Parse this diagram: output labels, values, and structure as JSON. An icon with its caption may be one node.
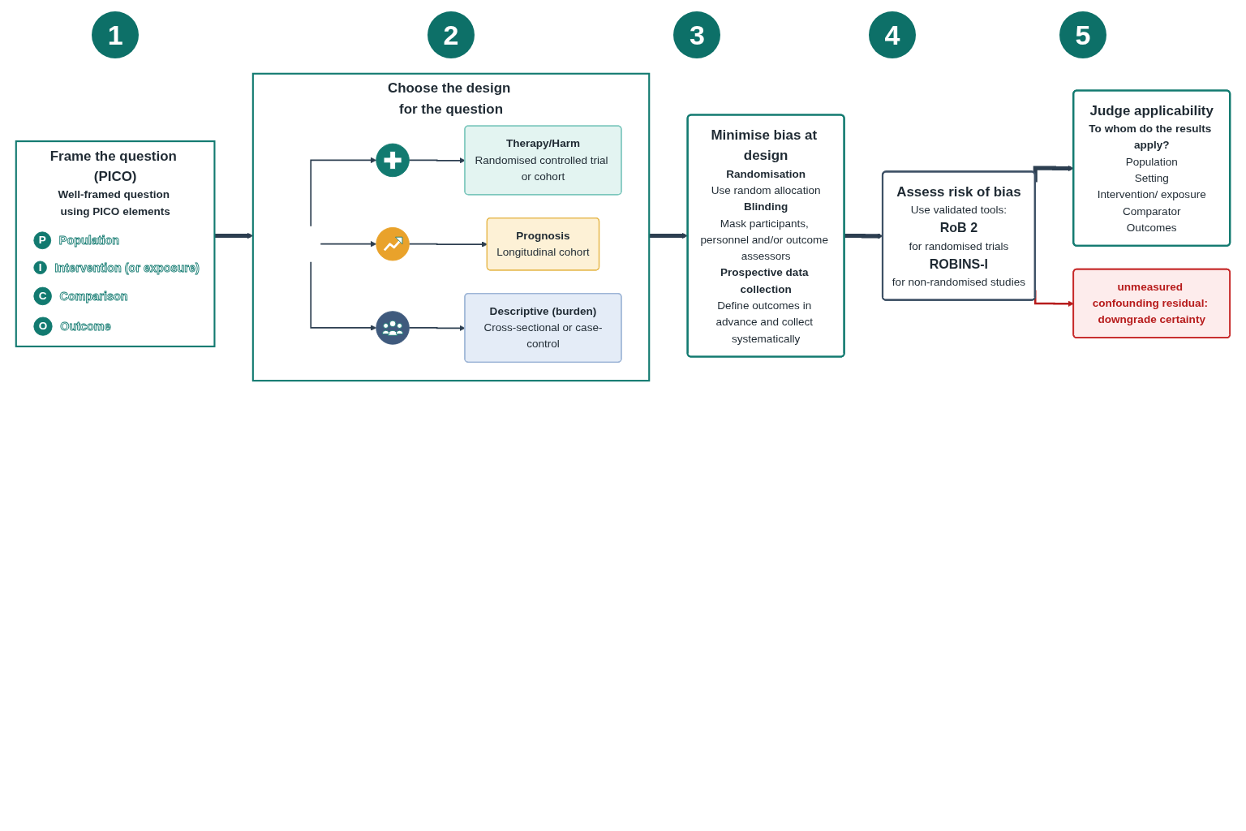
{
  "diagram": {
    "nodes": [
      {
        "text": [
          "Frame the question (PICO)",
          "Well-framed question using PICO elements"
        ]
      },
      {
        "text": [
          "P"
        ],
        "beside": [
          "Population"
        ],
        "in": 0
      },
      {
        "text": [
          "I"
        ],
        "beside": [
          "Intervention (or exposure)"
        ],
        "in": 0
      },
      {
        "text": [
          "C"
        ],
        "beside": [
          "Comparison"
        ],
        "in": 0
      },
      {
        "text": [
          "O"
        ],
        "beside": [
          "Outcome"
        ],
        "in": 0
      },
      {
        "text": [
          "Choose the design for the question"
        ]
      },
      {
        "text": [],
        "shape": "circle",
        "in": 5
      },
      {
        "text": [
          "Therapy/Harm",
          "Randomised controlled trial or cohort"
        ],
        "in": 5
      },
      {
        "text": [],
        "shape": "circle",
        "in": 5
      },
      {
        "text": [
          "Prognosis",
          "Longitudinal cohort"
        ],
        "in": 5
      },
      {
        "text": [],
        "shape": "circle",
        "in": 5
      },
      {
        "text": [
          "Descriptive (burden)",
          "Cross-sectional or case-control"
        ],
        "in": 5
      },
      {
        "text": [
          "Minimise bias at design",
          "Randomisation",
          "Use random allocation",
          "Blinding",
          "Mask participants, personnel and/or outcome assessors",
          "Prospective data collection",
          "Define outcomes in advance and collect systematically"
        ]
      },
      {
        "text": [
          "Assess risk of bias",
          "Use validated tools:",
          "RoB 2",
          "for randomised trials",
          "ROBINS-I",
          "for non-randomised studies"
        ]
      },
      {
        "text": [
          "Judge applicability",
          "To whom do the results apply?",
          "Population",
          "Setting",
          "Intervention/ exposure",
          "Comparator",
          "Outcomes"
        ]
      },
      {
        "text": [
          "unmeasured confounding residual: downgrade certainty"
        ]
      }
    ],
    "edges": [
      {
        "from": 0,
        "to": 5,
        "arrow": "to",
        "style": "thick"
      },
      {
        "from": null,
        "to": 6,
        "arrow": "to"
      },
      {
        "from": 6,
        "to": 7,
        "arrow": "to"
      },
      {
        "from": null,
        "to": 8,
        "arrow": "to"
      },
      {
        "from": 8,
        "to": 9,
        "arrow": "to"
      },
      {
        "from": null,
        "to": 10,
        "arrow": "to"
      },
      {
        "from": 10,
        "to": 11,
        "arrow": "to"
      },
      {
        "from": 5,
        "to": 12,
        "arrow": "to",
        "style": "thick"
      },
      {
        "from": 12,
        "to": 13,
        "arrow": "to",
        "style": "thick"
      },
      {
        "from": 13,
        "to": 14,
        "arrow": "to",
        "style": "thick"
      },
      {
        "from": 13,
        "to": 15,
        "arrow": "to",
        "color": "#b71c1c"
      }
    ],
    "labels": [
      "1",
      "2",
      "3",
      "4",
      "5"
    ]
  }
}
